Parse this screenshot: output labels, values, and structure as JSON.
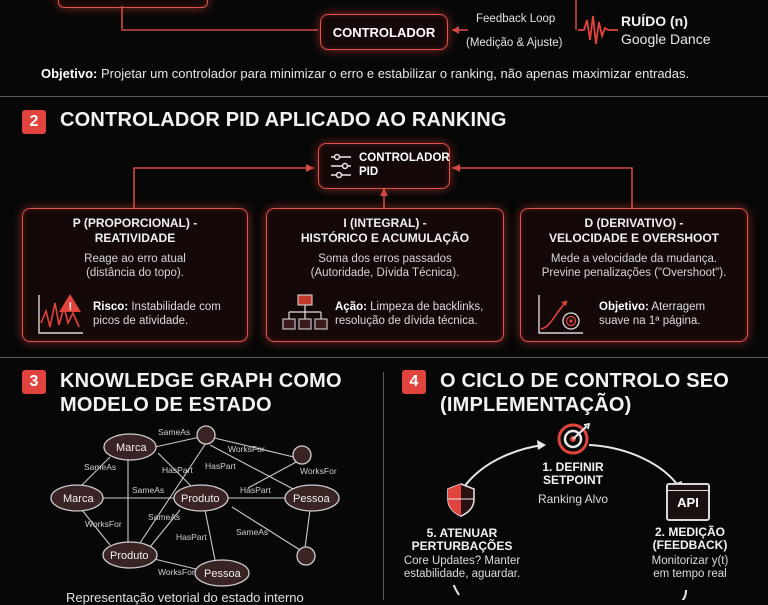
{
  "top": {
    "controller_label": "CONTROLADOR",
    "feedback_label": "Feedback Loop",
    "feedback_sub": "(Medição & Ajuste)",
    "noise_title": "RUÍDO (n)",
    "noise_sub": "Google Dance",
    "objective_label": "Objetivo:",
    "objective_text": "Projetar um controlador para minimizar o erro e estabilizar o ranking, não apenas maximizar entradas."
  },
  "section2": {
    "number": "2",
    "title": "CONTROLADOR PID APLICADO AO RANKING",
    "pid_box_line1": "CONTROLADOR",
    "pid_box_line2": "PID",
    "cards": [
      {
        "title_l1": "P (PROPORCIONAL) -",
        "title_l2": "REATIVIDADE",
        "desc_l1": "Reage ao erro atual",
        "desc_l2": "(distância do topo).",
        "note_label": "Risco:",
        "note_l1": " Instabilidade com",
        "note_l2": "picos de atividade."
      },
      {
        "title_l1": "I (INTEGRAL) -",
        "title_l2": "HISTÓRICO E ACUMULAÇÃO",
        "desc_l1": "Soma dos erros passados",
        "desc_l2": "(Autoridade, Dívida Técnica).",
        "note_label": "Ação:",
        "note_l1": " Limpeza de backlinks,",
        "note_l2": "resolução de dívida técnica."
      },
      {
        "title_l1": "D (DERIVATIVO) -",
        "title_l2": "VELOCIDADE E OVERSHOOT",
        "desc_l1": "Mede a velocidade da mudança.",
        "desc_l2": "Previne penalizações (\"Overshoot\").",
        "note_label": "Objetivo:",
        "note_l1": " Aterragem",
        "note_l2": "suave na 1ª página."
      }
    ]
  },
  "section3": {
    "number": "3",
    "title_l1": "KNOWLEDGE GRAPH COMO",
    "title_l2": "MODELO DE ESTADO",
    "nodes": {
      "marca_top": "Marca",
      "marca_left": "Marca",
      "produto_center": "Produto",
      "pessoa_right": "Pessoa",
      "produto_bottom": "Produto",
      "pessoa_bottom": "Pessoa"
    },
    "edges": {
      "e1": "SameAs",
      "e2": "WorksFor",
      "e3": "HasPart",
      "e4": "SameAs",
      "e5": "SameAs",
      "e6": "HasPart",
      "e7": "HasPart",
      "e8": "WorksFor",
      "e9": "WorksFor",
      "e10": "SameAs",
      "e11": "HasPart",
      "e12": "SameAs",
      "e13": "WorksFor"
    },
    "caption": "Representação vetorial do estado interno"
  },
  "section4": {
    "number": "4",
    "title_l1": "O CICLO DE CONTROLO SEO",
    "title_l2": "(IMPLEMENTAÇÃO)",
    "step1_l1": "1. DEFINIR",
    "step1_l2": "SETPOINT",
    "step1_sub": "Ranking Alvo",
    "step2_icon_text": "API",
    "step2_l1": "2. MEDIÇÃO",
    "step2_l2": "(FEEDBACK)",
    "step2_sub_l1": "Monitorizar y(t)",
    "step2_sub_l2": "em tempo real",
    "step5_l1": "5. ATENUAR",
    "step5_l2": "PERTURBAÇÕES",
    "step5_sub_l1": "Core Updates? Manter",
    "step5_sub_l2": "estabilidade, aguardar."
  },
  "colors": {
    "accent": "#e0443c",
    "glow": "#e0524a",
    "background": "#070707"
  }
}
